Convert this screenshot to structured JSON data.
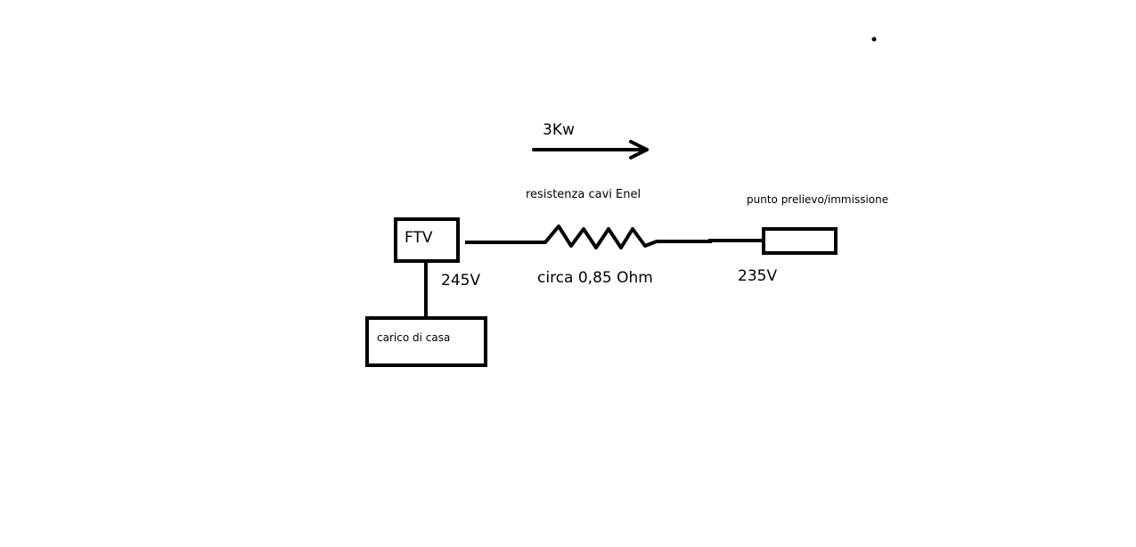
{
  "diagram": {
    "power_flow": {
      "label": "3Kw"
    },
    "resistance": {
      "label": "resistenza cavi Enel",
      "value_label": "circa 0,85 Ohm"
    },
    "nodes": {
      "ftv": {
        "label": "FTV",
        "voltage": "245V"
      },
      "home_load": {
        "label": "carico di casa"
      },
      "grid_point": {
        "label": "punto prelievo/immissione",
        "voltage": "235V"
      }
    },
    "colors": {
      "stroke": "#000000",
      "background": "#ffffff"
    }
  }
}
